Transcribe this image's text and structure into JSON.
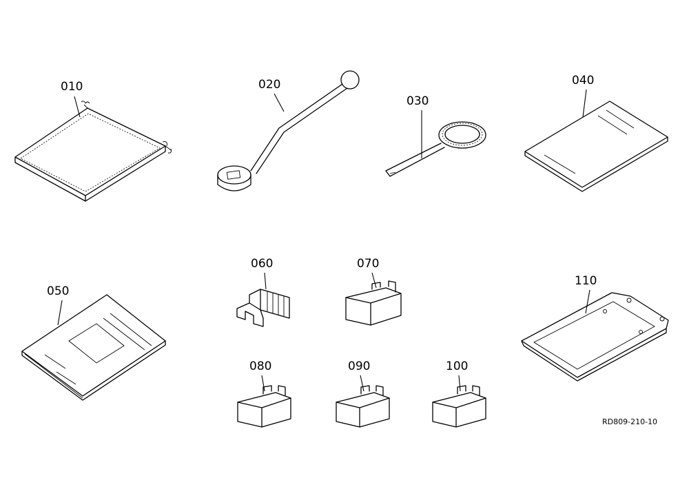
{
  "callouts": [
    {
      "id": "c010",
      "label": "010"
    },
    {
      "id": "c020",
      "label": "020"
    },
    {
      "id": "c030",
      "label": "030"
    },
    {
      "id": "c040",
      "label": "040"
    },
    {
      "id": "c050",
      "label": "050"
    },
    {
      "id": "c060",
      "label": "060"
    },
    {
      "id": "c070",
      "label": "070"
    },
    {
      "id": "c080",
      "label": "080"
    },
    {
      "id": "c090",
      "label": "090"
    },
    {
      "id": "c100",
      "label": "100"
    },
    {
      "id": "c110",
      "label": "110"
    }
  ],
  "drawing_number": "RD809-210-10"
}
